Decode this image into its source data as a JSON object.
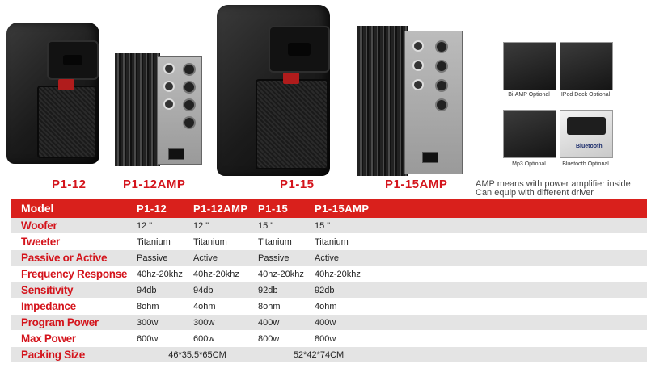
{
  "products": {
    "p1_12": "P1-12",
    "p1_12amp": "P1-12AMP",
    "p1_15": "P1-15",
    "p1_15amp": "P1-15AMP"
  },
  "options": [
    {
      "label": "Bi-AMP Optional"
    },
    {
      "label": "IPod Dock Optional"
    },
    {
      "label": "Mp3 Optional"
    },
    {
      "label": "Bluetooth Optional"
    }
  ],
  "bluetooth_logo": "Bluetooth",
  "notes": {
    "line1": "AMP means with power amplifier inside",
    "line2": "Can equip with different driver"
  },
  "table": {
    "header": [
      "Model",
      "P1-12",
      "P1-12AMP",
      "P1-15",
      "P1-15AMP"
    ],
    "rows": [
      {
        "label": "Woofer",
        "values": [
          "12 \"",
          "12 \"",
          "15 \"",
          "15 \""
        ]
      },
      {
        "label": "Tweeter",
        "values": [
          "Titanium",
          "Titanium",
          "Titanium",
          "Titanium"
        ]
      },
      {
        "label": "Passive or Active",
        "values": [
          "Passive",
          "Active",
          "Passive",
          "Active"
        ]
      },
      {
        "label": "Frequency Response",
        "values": [
          "40hz-20khz",
          "40hz-20khz",
          "40hz-20khz",
          "40hz-20khz"
        ]
      },
      {
        "label": "Sensitivity",
        "values": [
          "94db",
          "94db",
          "92db",
          "92db"
        ]
      },
      {
        "label": "Impedance",
        "values": [
          "8ohm",
          "4ohm",
          "8ohm",
          "4ohm"
        ]
      },
      {
        "label": "Program Power",
        "values": [
          "300w",
          "300w",
          "400w",
          "400w"
        ]
      },
      {
        "label": "Max Power",
        "values": [
          "600w",
          "600w",
          "800w",
          "800w"
        ]
      }
    ],
    "packing": {
      "label": "Packing Size",
      "size_12": "46*35.5*65CM",
      "size_15": "52*42*74CM"
    }
  },
  "colors": {
    "accent": "#d9201c",
    "label_red": "#d4141c",
    "row_alt": "#e4e4e4"
  }
}
